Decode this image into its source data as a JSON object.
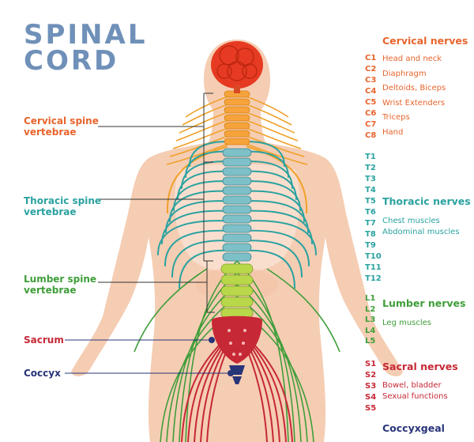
{
  "title": {
    "line1": "SPINAL",
    "line2": "CORD"
  },
  "colors": {
    "title": "#6f90b8",
    "cervical": "#e8642c",
    "thoracic": "#2aa2a0",
    "lumbar": "#3f9e3a",
    "sacral": "#c62836",
    "coccyx": "#283478",
    "skin": "#f5cdb3",
    "skin_light": "#f9e0d0",
    "brain": "#e63a22",
    "nerve_orange": "#f0a12a"
  },
  "left_labels": {
    "cervical": "Cervical spine\nvertebrae",
    "thoracic": "Thoracic spine\nvertebrae",
    "lumbar": "Lumber spine\nvertebrae",
    "sacrum": "Sacrum",
    "coccyx": "Coccyx"
  },
  "sections": {
    "cervical": {
      "title": "Cervical nerves",
      "codes": [
        "C1",
        "C2",
        "C3",
        "C4",
        "C5",
        "C6",
        "C7",
        "C8"
      ],
      "descriptions": [
        "Head and neck",
        "Diaphragm",
        "Deltoids, Biceps",
        "Wrist Extenders",
        "Triceps",
        "Hand"
      ]
    },
    "thoracic": {
      "title": "Thoracic nerves",
      "codes": [
        "T1",
        "T2",
        "T3",
        "T4",
        "T5",
        "T6",
        "T7",
        "T8",
        "T9",
        "T10",
        "T11",
        "T12"
      ],
      "descriptions": [
        "Chest muscles",
        "Abdominal muscles"
      ]
    },
    "lumbar": {
      "title": "Lumber nerves",
      "codes": [
        "L1",
        "L2",
        "L3",
        "L4",
        "L5"
      ],
      "descriptions": [
        "Leg muscles"
      ]
    },
    "sacral": {
      "title": "Sacral nerves",
      "codes": [
        "S1",
        "S2",
        "S3",
        "S4",
        "S5"
      ],
      "descriptions": [
        "Bowel, bladder",
        "Sexual functions"
      ]
    },
    "coccygeal": {
      "title": "Coccyxgeal"
    }
  }
}
